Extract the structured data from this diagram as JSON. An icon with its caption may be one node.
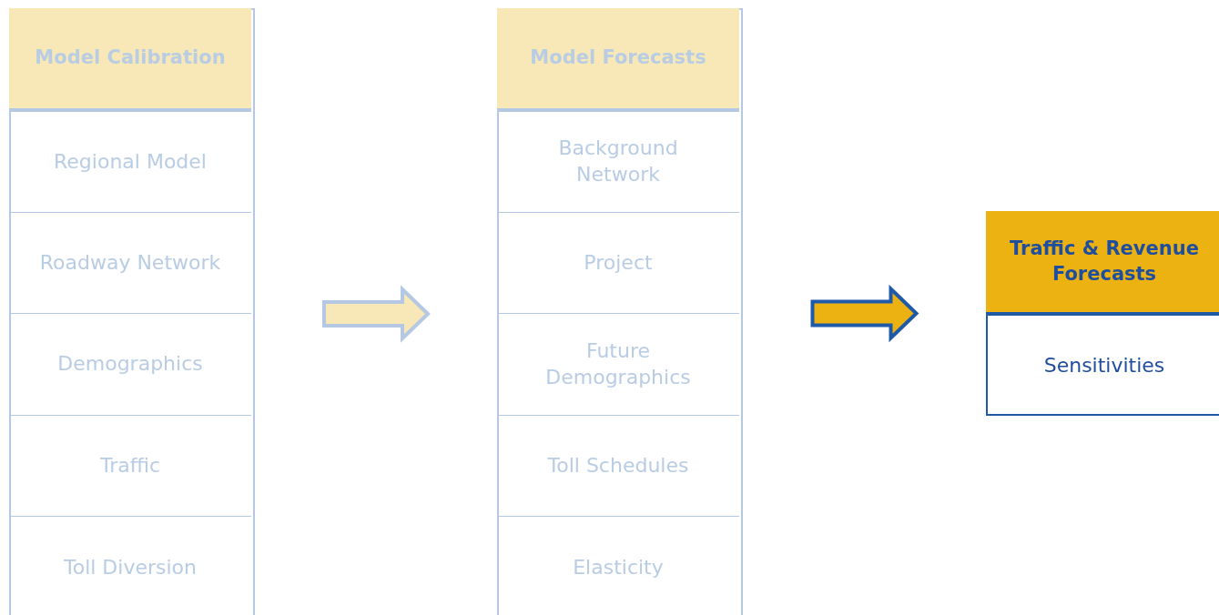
{
  "diagram": {
    "nodes": [
      {
        "text": [],
        "shape": "box"
      },
      {
        "text": [
          "Model Calibration"
        ],
        "in": 0
      },
      {
        "text": [
          "Regional Model"
        ],
        "in": 0
      },
      {
        "text": [
          "Roadway Network"
        ],
        "in": 0
      },
      {
        "text": [
          "Demographics"
        ],
        "in": 0
      },
      {
        "text": [
          "Traffic"
        ],
        "in": 0
      },
      {
        "text": [
          "Toll Diversion"
        ],
        "in": 0
      },
      {
        "text": [],
        "shape": "box"
      },
      {
        "text": [
          "Model Forecasts"
        ],
        "in": 7
      },
      {
        "text": [
          "Background Network"
        ],
        "in": 7
      },
      {
        "text": [
          "Project"
        ],
        "in": 7
      },
      {
        "text": [
          "Future Demographics"
        ],
        "in": 7
      },
      {
        "text": [
          "Toll Schedules"
        ],
        "in": 7
      },
      {
        "text": [
          "Elasticity"
        ],
        "in": 7
      },
      {
        "text": [],
        "shape": "box"
      },
      {
        "text": [
          "Traffic & Revenue Forecasts"
        ],
        "in": 14
      },
      {
        "text": [
          "Sensitivities"
        ],
        "in": 14
      }
    ],
    "edges": [
      {
        "from": 0,
        "to": 7,
        "arrow": "to",
        "style": "thick",
        "color": "#f8e8b8"
      },
      {
        "from": 7,
        "to": 14,
        "arrow": "to",
        "style": "thick",
        "color": "#ecb212"
      }
    ]
  }
}
